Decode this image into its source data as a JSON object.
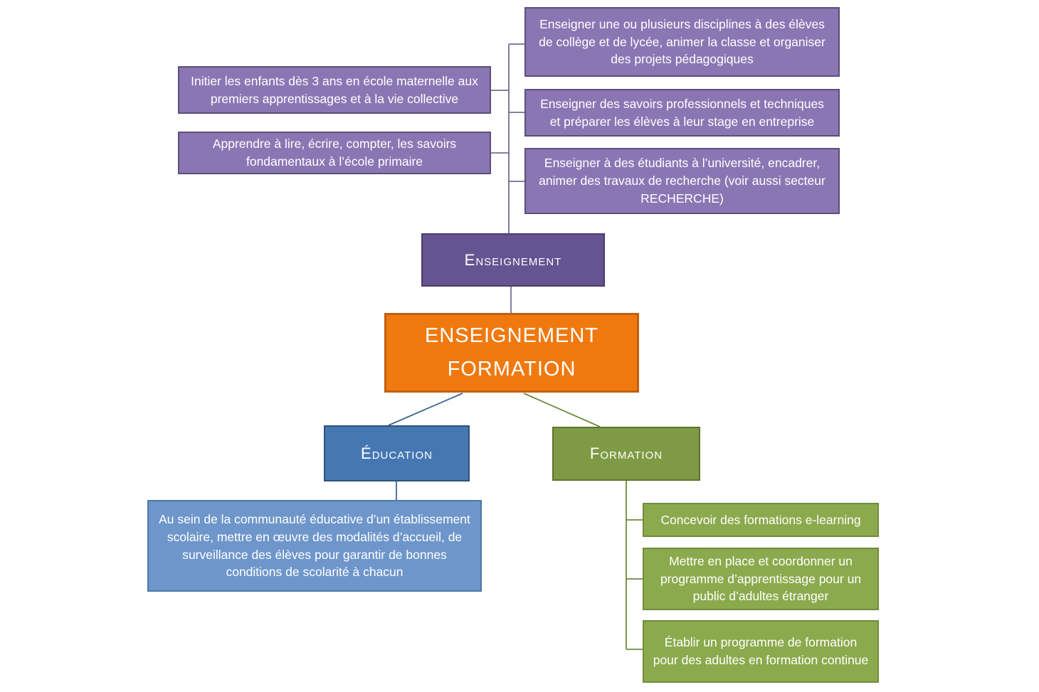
{
  "diagram": {
    "root": {
      "line1": "ENSEIGNEMENT",
      "line2": "FORMATION"
    },
    "branches": {
      "enseignement": {
        "header": "Enseignement",
        "items": [
          "Initier les enfants dès 3 ans en école maternelle aux premiers apprentissages et à la vie collective",
          "Apprendre à lire, écrire, compter, les savoirs fondamentaux à l’école primaire",
          "Enseigner une ou plusieurs disciplines à des élèves de collège et de lycée, animer la classe et organiser des projets pédagogiques",
          "Enseigner des savoirs professionnels et techniques et préparer les élèves à leur stage en entreprise",
          "Enseigner à des étudiants à l’université, encadrer, animer des travaux de recherche (voir aussi secteur RECHERCHE)"
        ]
      },
      "education": {
        "header": "Éducation",
        "items": [
          "Au sein de la communauté éducative d’un établissement scolaire, mettre en œuvre des modalités d’accueil, de surveillance des élèves pour garantir de bonnes conditions de scolarité à chacun"
        ]
      },
      "formation": {
        "header": "Formation",
        "items": [
          "Concevoir des formations e-learning",
          "Mettre en place et coordonner un programme d’apprentissage pour un public d’adultes étranger",
          "Établir un programme de formation pour des adultes en formation continue"
        ]
      }
    },
    "colors": {
      "purple_light": "#8B76B4",
      "purple_dark": "#665391",
      "orange_root": "#F0790F",
      "blue_header": "#4577B2",
      "blue_light": "#6E96CB",
      "green_header": "#7E9A44",
      "green_light": "#8BAA4D",
      "line_purple": "#776B93",
      "line_blue": "#3C6494",
      "line_green": "#71893C"
    }
  }
}
